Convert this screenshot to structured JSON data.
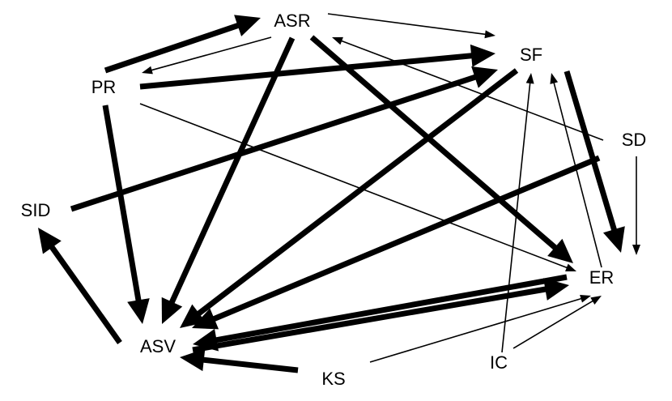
{
  "diagram": {
    "nodes": {
      "ASR": "ASR",
      "SF": "SF",
      "PR": "PR",
      "SD": "SD",
      "SID": "SID",
      "ER": "ER",
      "ASV": "ASV",
      "KS": "KS",
      "IC": "IC"
    },
    "edges": [
      {
        "from": "PR",
        "to": "ASR",
        "weight": "heavy"
      },
      {
        "from": "ASR",
        "to": "PR",
        "weight": "thin"
      },
      {
        "from": "ASR",
        "to": "SF",
        "weight": "thin"
      },
      {
        "from": "ASR",
        "to": "ASV",
        "weight": "heavy"
      },
      {
        "from": "ASR",
        "to": "ER",
        "weight": "heavy"
      },
      {
        "from": "PR",
        "to": "SF",
        "weight": "heavy"
      },
      {
        "from": "PR",
        "to": "ASV",
        "weight": "heavy"
      },
      {
        "from": "PR",
        "to": "ER",
        "weight": "thin"
      },
      {
        "from": "SID",
        "to": "SF",
        "weight": "heavy"
      },
      {
        "from": "SF",
        "to": "ASV",
        "weight": "heavy"
      },
      {
        "from": "SF",
        "to": "ER",
        "weight": "heavy"
      },
      {
        "from": "SD",
        "to": "ASR",
        "weight": "thin"
      },
      {
        "from": "SD",
        "to": "ASV",
        "weight": "heavy"
      },
      {
        "from": "SD",
        "to": "ER",
        "weight": "thin"
      },
      {
        "from": "ER",
        "to": "SF",
        "weight": "thin"
      },
      {
        "from": "ER",
        "to": "ASV",
        "weight": "heavy"
      },
      {
        "from": "ASV",
        "to": "ER",
        "weight": "heavy"
      },
      {
        "from": "ASV",
        "to": "SID",
        "weight": "heavy"
      },
      {
        "from": "KS",
        "to": "ASV",
        "weight": "heavy"
      },
      {
        "from": "KS",
        "to": "ER",
        "weight": "thin"
      },
      {
        "from": "IC",
        "to": "SF",
        "weight": "thin"
      },
      {
        "from": "IC",
        "to": "ER",
        "weight": "thin"
      }
    ]
  }
}
